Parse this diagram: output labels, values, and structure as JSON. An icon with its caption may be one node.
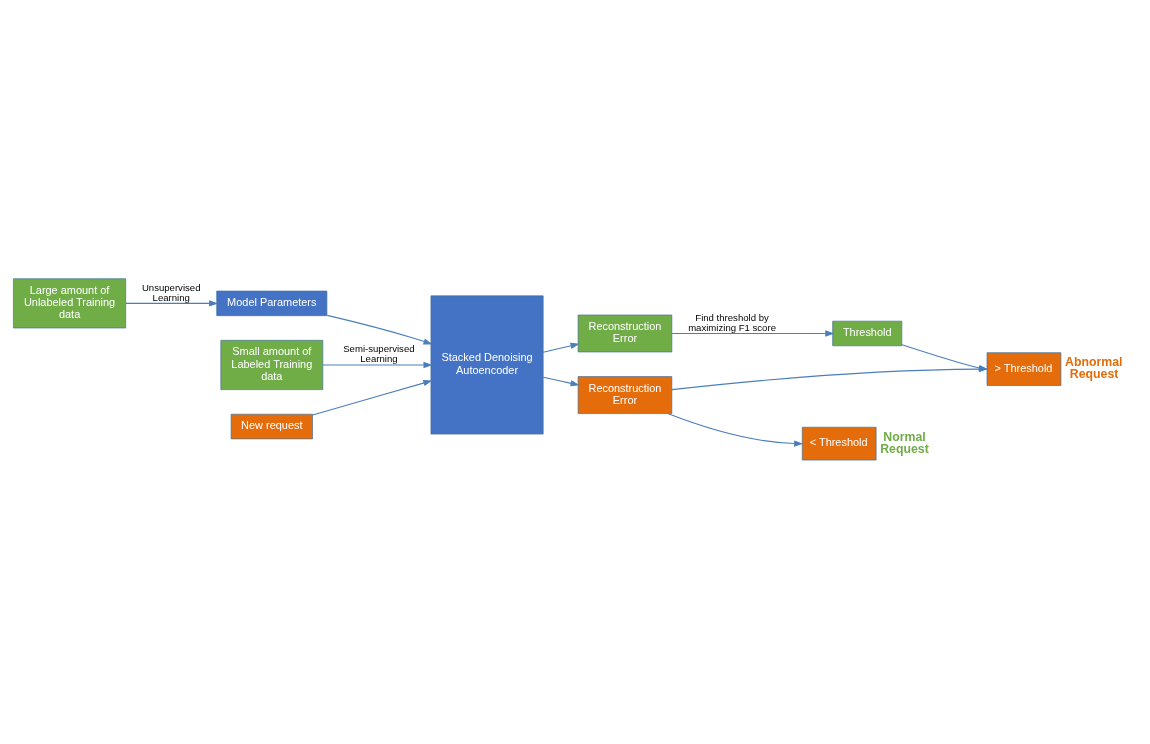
{
  "diagram": {
    "nodes": [
      {
        "text": [
          "Large amount of Unlabeled Training data"
        ]
      },
      {
        "text": [
          "Model Parameters"
        ]
      },
      {
        "text": [
          "Small amount of Labeled Training data"
        ]
      },
      {
        "text": [
          "New request"
        ]
      },
      {
        "text": [
          "Stacked Denoising Autoencoder"
        ]
      },
      {
        "text": [
          "Reconstruction Error"
        ]
      },
      {
        "text": [
          "Threshold"
        ]
      },
      {
        "text": [
          "Reconstruction Error"
        ]
      },
      {
        "text": [
          "> Threshold"
        ],
        "beside": [
          "Abnormal Request"
        ]
      },
      {
        "text": [
          "< Threshold"
        ],
        "beside": [
          "Normal Request"
        ]
      }
    ],
    "edges": [
      {
        "from": 0,
        "to": 1,
        "arrow": "to",
        "label": "Unsupervised Learning"
      },
      {
        "from": 1,
        "to": 4,
        "arrow": "to"
      },
      {
        "from": 2,
        "to": 4,
        "arrow": "to",
        "label": "Semi-supervised Learning"
      },
      {
        "from": 3,
        "to": 4,
        "arrow": "to"
      },
      {
        "from": 4,
        "to": 5,
        "arrow": "to"
      },
      {
        "from": 5,
        "to": 6,
        "arrow": "to",
        "label": "Find threshold by maximizing F1 score"
      },
      {
        "from": 6,
        "to": 8,
        "arrow": "to"
      },
      {
        "from": 4,
        "to": 7,
        "arrow": "to"
      },
      {
        "from": 7,
        "to": 8,
        "arrow": "to"
      },
      {
        "from": 7,
        "to": 9,
        "arrow": "to"
      }
    ]
  }
}
